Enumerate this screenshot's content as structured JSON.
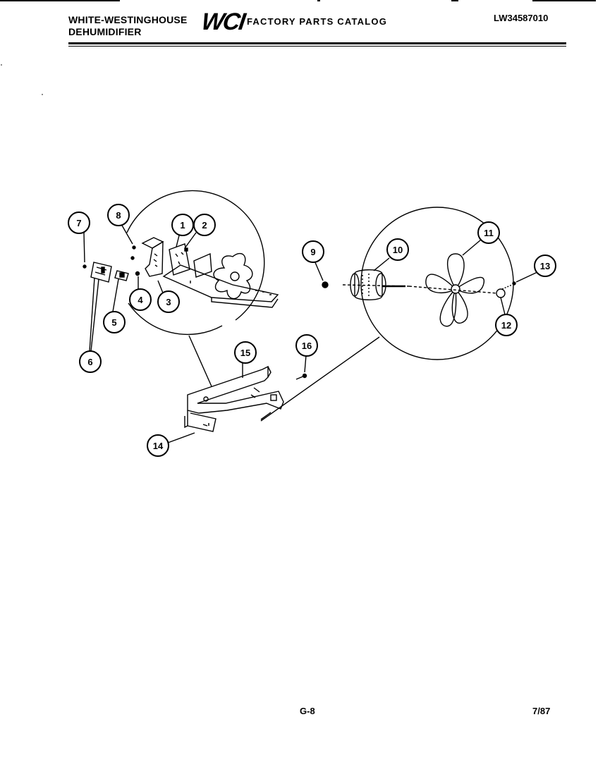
{
  "header": {
    "brand_line1": "WHITE-WESTINGHOUSE",
    "brand_line2": "DEHUMIDIFIER",
    "logo": "WCI",
    "catalog_title": "FACTORY PARTS CATALOG",
    "model_number": "LW34587010"
  },
  "callouts": [
    "1",
    "2",
    "3",
    "4",
    "5",
    "6",
    "7",
    "8",
    "9",
    "10",
    "11",
    "12",
    "13",
    "14",
    "15",
    "16"
  ],
  "footer": {
    "page": "G-8",
    "date": "7/87"
  }
}
